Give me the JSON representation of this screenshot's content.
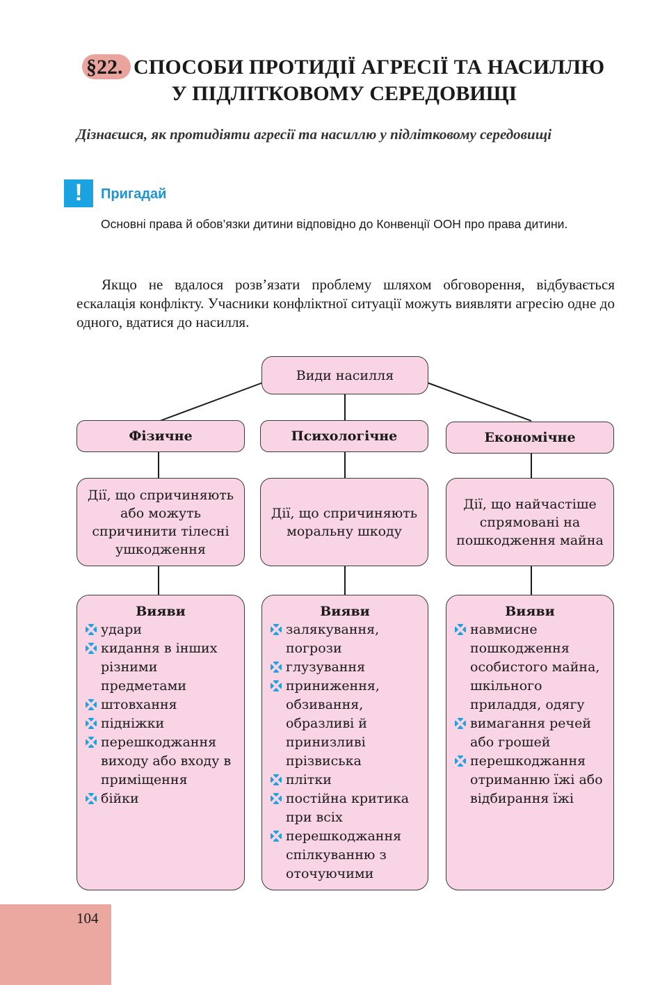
{
  "heading": {
    "number": "§22.",
    "title_line1": "СПОСОБИ ПРОТИДІЇ АГРЕСІЇ ТА НАСИЛЛЮ",
    "title_line2": "У ПІДЛІТКОВОМУ СЕРЕДОВИЩІ"
  },
  "learn_text": "Дізнаєшся, як протидіяти агресії та насиллю у підлітковому середовищі",
  "recall": {
    "icon": "exclamation-icon",
    "mark": "!",
    "title": "Пригадай",
    "text": "Основні права й обов’язки дитини відповідно до Конвенції ООН про права дитини."
  },
  "body_text": "Якщо не вдалося розв’язати проблему шляхом обговорення, відбувається ескалація конфлікту. Учасники конфліктної ситуації можуть виявляти агресію одне до одного, вдатися до насилля.",
  "diagram": {
    "root": "Види насилля",
    "columns": [
      {
        "type": "Фізичне",
        "definition": "Дії, що спричиняють або можуть спричинити тілесні ушкодження",
        "list_title": "Вияви",
        "items": [
          "удари",
          "кидання в інших різними предметами",
          "штовхання",
          "підніжки",
          "перешкоджання виходу або входу в приміщення",
          "бійки"
        ]
      },
      {
        "type": "Психологічне",
        "definition": "Дії, що спричиняють моральну шкоду",
        "list_title": "Вияви",
        "items": [
          "залякування, погрози",
          "глузування",
          "приниження, обзивання, образливі й принизливі прізвиська",
          "плітки",
          "постійна критика при всіх",
          "перешкоджання спілкуванню з оточуючими"
        ]
      },
      {
        "type": "Економічне",
        "definition": "Дії, що найчастіше спрямовані на пошкодження майна",
        "list_title": "Вияви",
        "items": [
          "навмисне пошкодження особистого майна, шкільного приладдя, одягу",
          "вимагання речей або грошей",
          "перешкоджання отриманню їжі або відбирання їжі"
        ]
      }
    ]
  },
  "bullet_icon": "diamond-bullet-icon",
  "colors": {
    "box_fill": "#f8d4e4",
    "accent_blue": "#1aa3e0",
    "badge": "#e9a49e"
  },
  "page_number": "104"
}
